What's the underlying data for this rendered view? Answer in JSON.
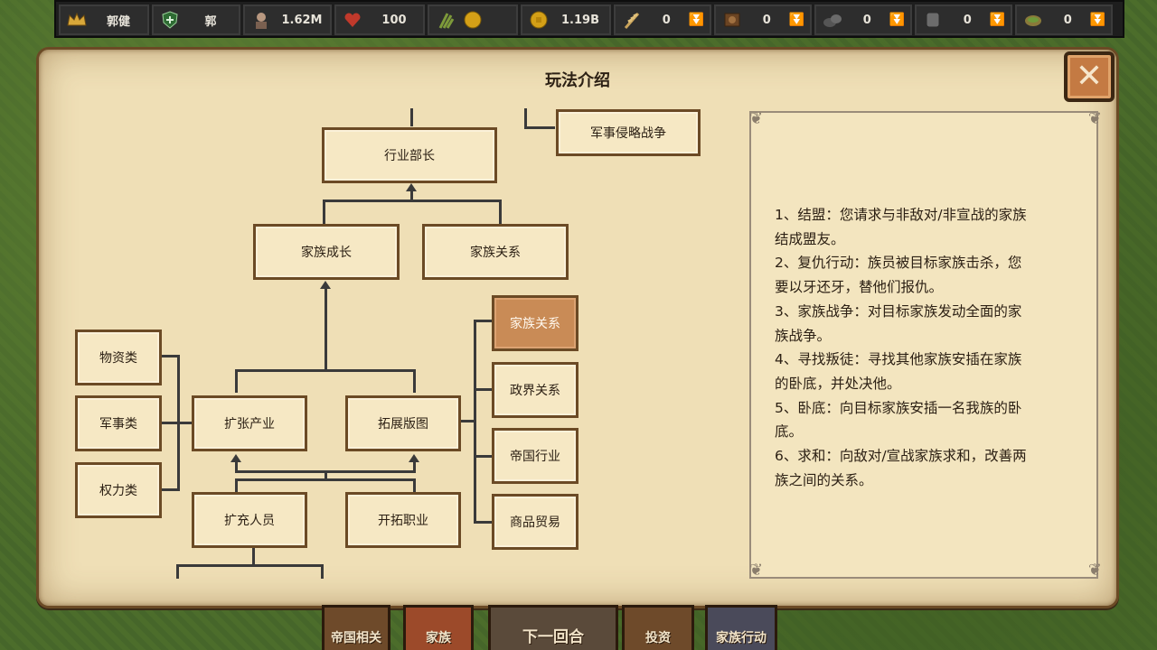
{
  "topbar": {
    "items": [
      {
        "icon": "crown-icon",
        "value": "郭健",
        "color": "#d9a83a"
      },
      {
        "icon": "shield-icon",
        "value": "郭",
        "color": "#4caf50"
      },
      {
        "icon": "soldier-icon",
        "value": "1.62M"
      },
      {
        "icon": "heart-icon",
        "value": "100",
        "color": "#c0392b"
      },
      {
        "icon": "grain-coin-icon",
        "value": ""
      },
      {
        "icon": "coin-icon",
        "value": "1.19B",
        "color": "#d4a017"
      },
      {
        "icon": "wheat-icon",
        "value": "0"
      },
      {
        "icon": "wood-icon",
        "value": "0"
      },
      {
        "icon": "stone-icon",
        "value": "0"
      },
      {
        "icon": "iron-icon",
        "value": "0"
      },
      {
        "icon": "herb-icon",
        "value": "0"
      }
    ]
  },
  "panel": {
    "title": "玩法介绍",
    "close_label": "✕"
  },
  "tree": {
    "military_invasion": "军事侵略战争",
    "industry_minister": "行业部长",
    "clan_growth": "家族成长",
    "clan_relations": "家族关系",
    "clan_relations_active": "家族关系",
    "political_relations": "政界关系",
    "imperial_industry": "帝国行业",
    "commodity_trade": "商品贸易",
    "materials": "物资类",
    "military": "军事类",
    "power": "权力类",
    "expand_industry": "扩张产业",
    "expand_territory": "拓展版图",
    "expand_personnel": "扩充人员",
    "develop_profession": "开拓职业"
  },
  "description": {
    "lines": [
      "1、结盟：您请求与非敌对/非宣战的家族",
      "结成盟友。",
      "2、复仇行动：族员被目标家族击杀，您",
      "要以牙还牙，替他们报仇。",
      "3、家族战争：对目标家族发动全面的家",
      "族战争。",
      "4、寻找叛徒：寻找其他家族安插在家族",
      "的卧底，并处决他。",
      "5、卧底：向目标家族安插一名我族的卧",
      "底。",
      "6、求和：向敌对/宣战家族求和，改善两",
      "族之间的关系。"
    ]
  },
  "bottom_menu": {
    "empire": "帝国相关",
    "clan": "家族",
    "next_turn": "下一回合",
    "invest": "投资",
    "clan_action": "家族行动"
  }
}
